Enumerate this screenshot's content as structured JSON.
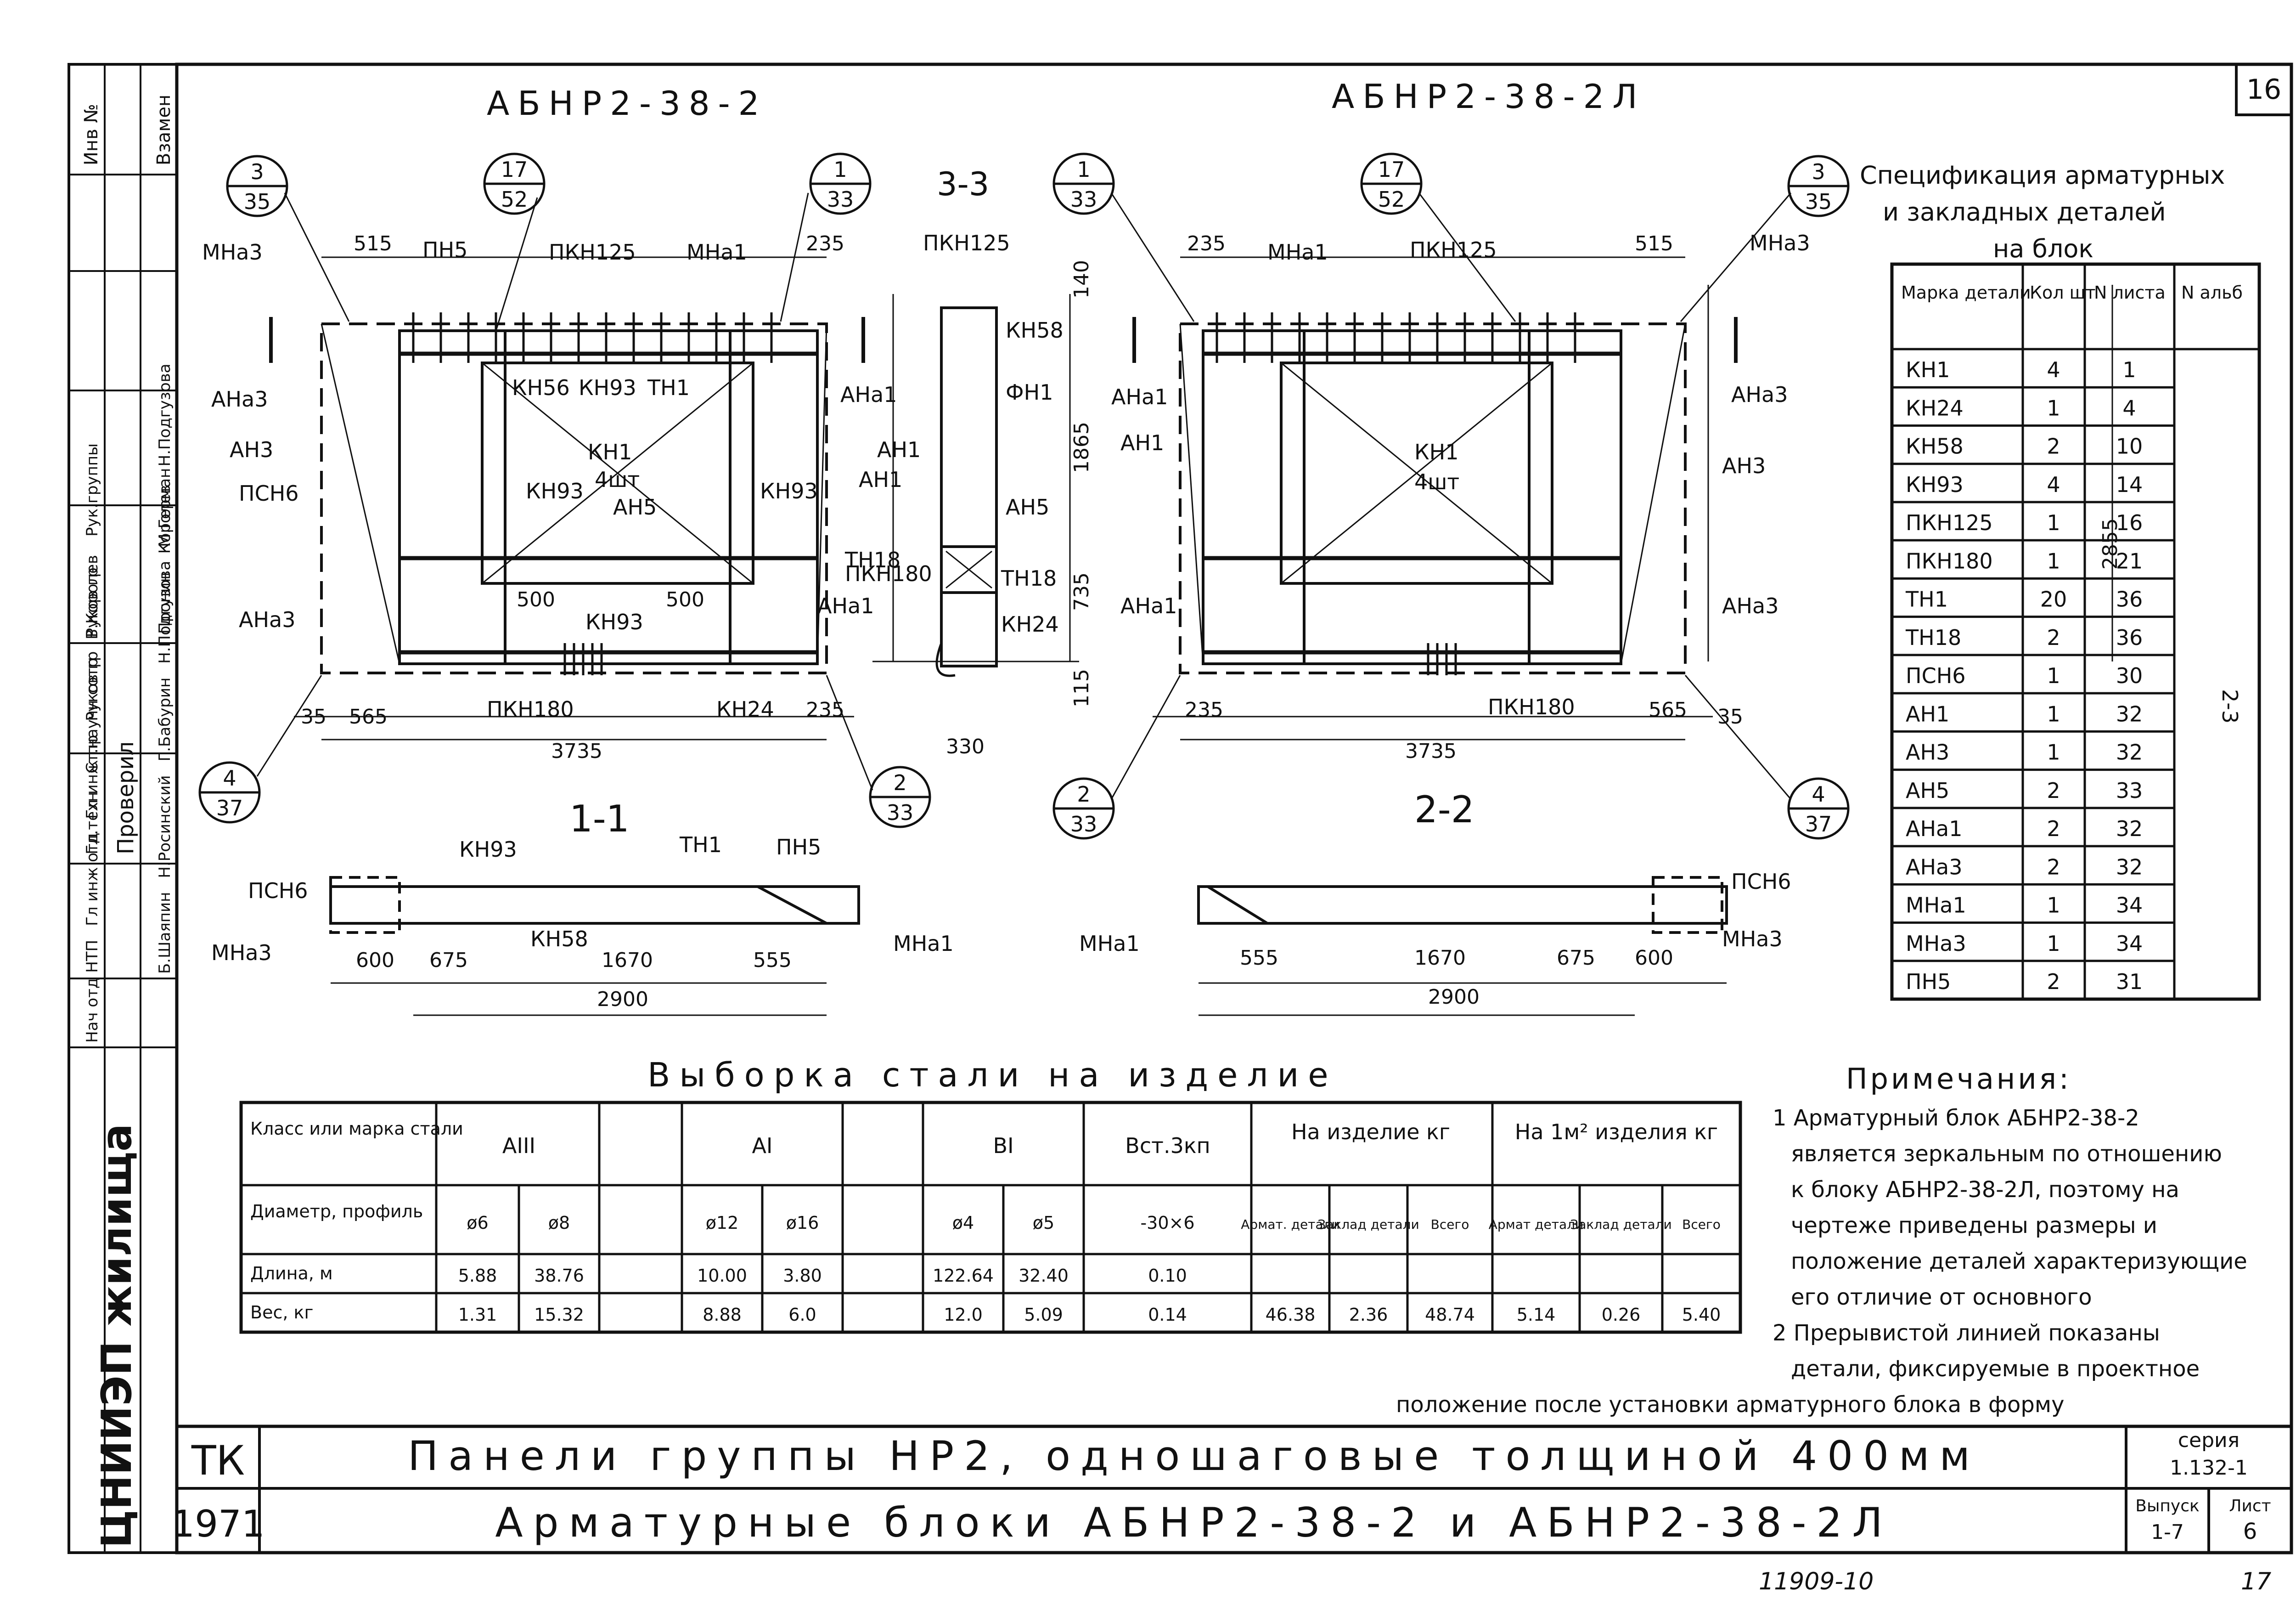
{
  "sheet_number": "16",
  "side_stamp": {
    "org": "ЦНИИЭП жилища",
    "inv": "Инв №",
    "vzamen": "Взамен",
    "roles": [
      "Нач отд НТП",
      "Гл инж отд",
      "Гл инж пр",
      "Руков гр",
      "Руков гр"
    ],
    "names": [
      "Б.Шаяпин",
      "Н.Росинский",
      "Г.Бабурин",
      "Н.Подгузова",
      "М.Герман"
    ],
    "proveril": "Проверил",
    "check_roles": [
      "Гл.техн",
      "Ст.научн сотр",
      "В.Королев",
      "Рук.группы"
    ],
    "check_names": [
      "Пронин",
      "Королев",
      "Н.Подгузова"
    ]
  },
  "views": {
    "left_title": "АБНР2-38-2",
    "right_title": "АБНР2-38-2Л",
    "section_33": "3-3",
    "section_11": "1-1",
    "section_22": "2-2"
  },
  "callouts": {
    "c3_35": [
      "3",
      "35"
    ],
    "c17_52": [
      "17",
      "52"
    ],
    "c1_33": [
      "1",
      "33"
    ],
    "c4_37": [
      "4",
      "37"
    ],
    "c2_33": [
      "2",
      "33"
    ]
  },
  "labels_left": {
    "mna3": "МНа3",
    "pn5": "ПН5",
    "pkn125": "ПКН125",
    "mna1": "МНа1",
    "ana3": "АНа3",
    "an3": "АН3",
    "psn6": "ПСН6",
    "kn56": "КН56",
    "kn93": "КН93",
    "tn1": "ТН1",
    "ana1": "АНа1",
    "kn1": "КН1",
    "kn1_qty": "4шт",
    "an1": "АН1",
    "an5": "АН5",
    "tn18": "ТН18",
    "pkn180": "ПКН180",
    "kn24": "КН24",
    "kn58": "КН58",
    "fn1": "ФН1",
    "ah5": "АН5",
    "th18": "ТН18"
  },
  "dims_left": {
    "d515": "515",
    "d235": "235",
    "d500a": "500",
    "d500b": "500",
    "d35": "35",
    "d565": "565",
    "d235b": "235",
    "d3735": "3735",
    "d140": "140",
    "d1865": "1865",
    "d735": "735",
    "d115": "115",
    "d330": "330",
    "d2855": "2855"
  },
  "dims_section": {
    "d600": "600",
    "d675": "675",
    "d1670": "1670",
    "d555": "555",
    "d2900": "2900",
    "kn93": "КН93",
    "tn1": "ТН1",
    "pn5": "ПН5",
    "psn6": "ПСН6",
    "mna3": "МНа3",
    "kn58": "КН58",
    "mna1": "МНа1"
  },
  "spec": {
    "title": [
      "Спецификация арматурных",
      "и закладных деталей",
      "на блок"
    ],
    "headers": [
      "Марка детали",
      "Кол шт",
      "N листа",
      "N альб"
    ],
    "album": "2-3",
    "rows": [
      [
        "КН1",
        "4",
        "1"
      ],
      [
        "КН24",
        "1",
        "4"
      ],
      [
        "КН58",
        "2",
        "10"
      ],
      [
        "КН93",
        "4",
        "14"
      ],
      [
        "ПКН125",
        "1",
        "16"
      ],
      [
        "ПКН180",
        "1",
        "21"
      ],
      [
        "ТН1",
        "20",
        "36"
      ],
      [
        "ТН18",
        "2",
        "36"
      ],
      [
        "ПСН6",
        "1",
        "30"
      ],
      [
        "АН1",
        "1",
        "32"
      ],
      [
        "АН3",
        "1",
        "32"
      ],
      [
        "АН5",
        "2",
        "33"
      ],
      [
        "АНа1",
        "2",
        "32"
      ],
      [
        "АНа3",
        "2",
        "32"
      ],
      [
        "МНа1",
        "1",
        "34"
      ],
      [
        "МНа3",
        "1",
        "34"
      ],
      [
        "ПН5",
        "2",
        "31"
      ]
    ]
  },
  "steel": {
    "title": "Выборка стали на изделие",
    "row_class": "Класс или марка стали",
    "row_diam": "Диаметр, профиль",
    "row_len": "Длина, м",
    "row_wt": "Вес, кг",
    "classes": [
      "АIII",
      "АI",
      "ВI",
      "Вст.3кп",
      "На изделие кг",
      "На 1м² изделия кг"
    ],
    "diams": [
      "ø6",
      "ø8",
      "ø12",
      "ø16",
      "ø4",
      "ø5",
      "-30×6",
      "Армат. детали",
      "Заклад детали",
      "Всего",
      "Армат детали",
      "Заклад детали",
      "Всего"
    ],
    "lengths": [
      "5.88",
      "38.76",
      "10.00",
      "3.80",
      "122.64",
      "32.40",
      "0.10",
      "",
      "",
      "",
      "",
      "",
      ""
    ],
    "weights": [
      "1.31",
      "15.32",
      "8.88",
      "6.0",
      "12.0",
      "5.09",
      "0.14",
      "46.38",
      "2.36",
      "48.74",
      "5.14",
      "0.26",
      "5.40"
    ]
  },
  "notes": {
    "title": "Примечания:",
    "lines": [
      "1 Арматурный блок АБНР2-38-2",
      "является зеркальным по отношению",
      "к блоку АБНР2-38-2Л, поэтому на",
      "чертеже приведены размеры и",
      "положение деталей характеризующие",
      "его отличие от основного",
      "2 Прерывистой линией показаны",
      "детали, фиксируемые в проектное",
      "положение после установки арматурного блока в форму"
    ]
  },
  "title_block": {
    "tk": "ТК",
    "year": "1971",
    "line1": "Панели группы НР2, одношаговые толщиной 400мм",
    "line2": "Арматурные блоки АБНР2-38-2 и АБНР2-38-2Л",
    "seria_label": "серия",
    "seria": "1.132-1",
    "vypusk_label": "Выпуск",
    "vypusk": "1-7",
    "list_label": "Лист",
    "list": "6"
  },
  "footer_code": "11909-10",
  "footer_page": "17"
}
